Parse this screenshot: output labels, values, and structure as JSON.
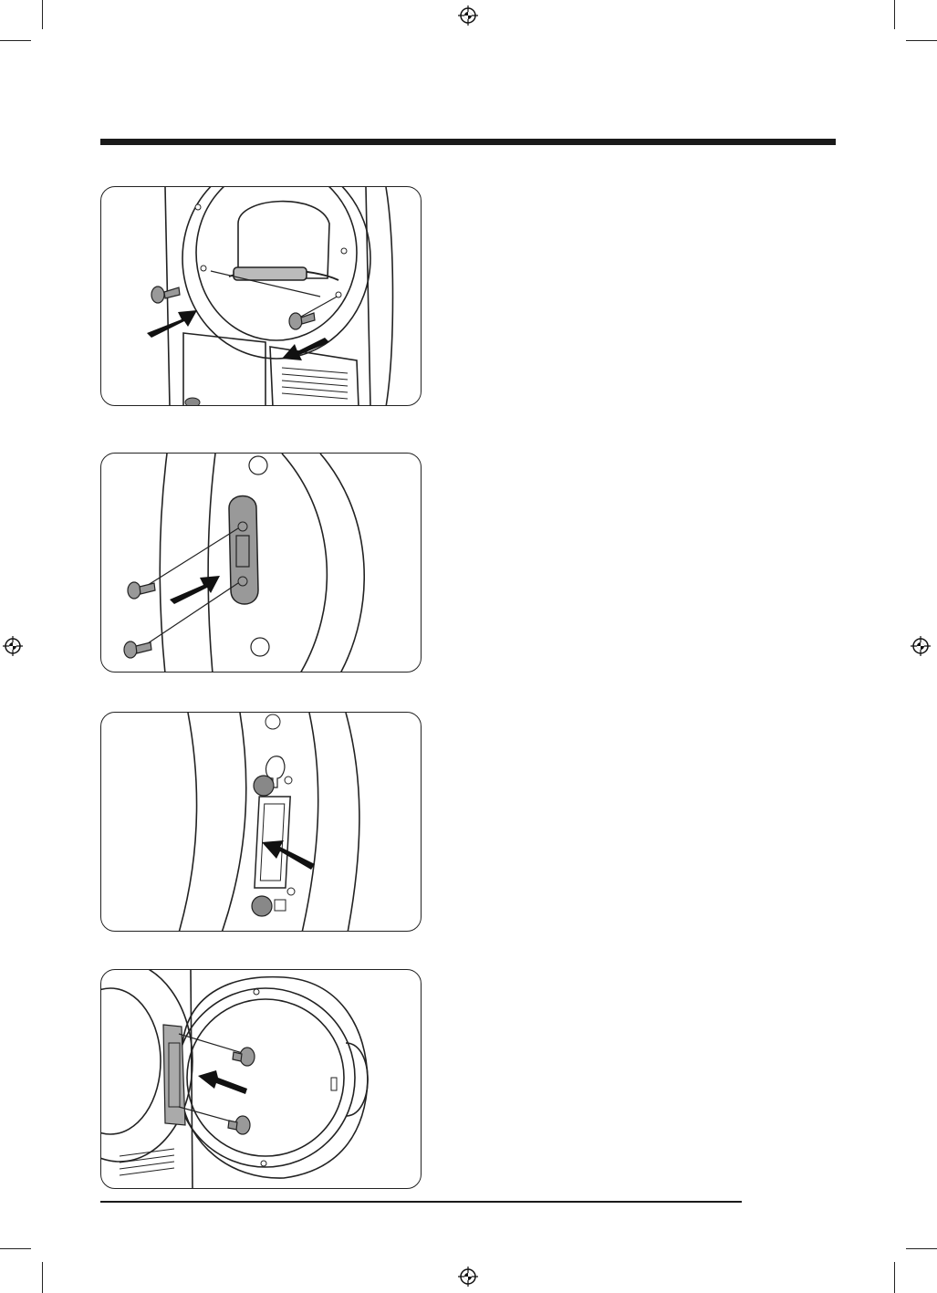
{
  "page": {
    "header_text": "",
    "footer_text": "",
    "page_number": ""
  },
  "steps": [
    {
      "illustration": "remove-door-hinge-screws",
      "text": ""
    },
    {
      "illustration": "remove-hinge-cover-screws",
      "text": ""
    },
    {
      "illustration": "insert-hinge-plate",
      "text": ""
    },
    {
      "illustration": "reattach-door-screws",
      "text": ""
    }
  ],
  "marks": {
    "registration": "registration-target-icon",
    "crop": "crop-mark"
  }
}
